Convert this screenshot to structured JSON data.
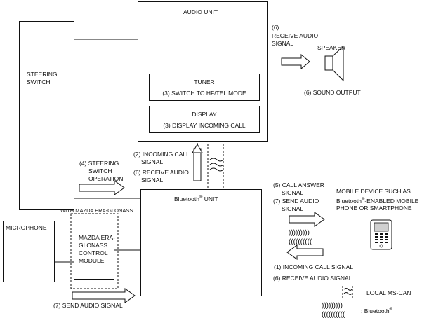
{
  "audio_unit": {
    "title": "AUDIO UNIT",
    "tuner_title": "TUNER",
    "tuner_step": "(3) SWITCH TO HF/TEL MODE",
    "display_title": "DISPLAY",
    "display_step": "(3) DISPLAY INCOMING CALL"
  },
  "steering_switch": {
    "label_line1": "STEERING",
    "label_line2": "SWITCH"
  },
  "speaker": {
    "label": "SPEAKER",
    "receive_line1": "(6)",
    "receive_line2": "RECEIVE AUDIO",
    "receive_line3": "SIGNAL",
    "sound_output": "(6) SOUND OUTPUT"
  },
  "bluetooth_unit": {
    "label_prefix": "Bluetooth",
    "label_sup": "®",
    "label_suffix": " UNIT"
  },
  "center_labels": {
    "incoming_line1": "(2) INCOMING CALL",
    "incoming_line2": "SIGNAL",
    "receive_line1": "(6) RECEIVE AUDIO",
    "receive_line2": "SIGNAL"
  },
  "steering_operation": {
    "line1": "(4) STEERING",
    "line2": "SWITCH",
    "line3": "OPERATION"
  },
  "era_glonass": {
    "caption": "WITH MAZDA ERA-GLONASS",
    "module_line1": "MAZDA ERA-",
    "module_line2": "GLONASS",
    "module_line3": "CONTROL",
    "module_line4": "MODULE"
  },
  "microphone": {
    "label": "MICROPHONE",
    "send": "(7)  SEND AUDIO SIGNAL"
  },
  "mobile": {
    "line1": "MOBILE DEVICE SUCH AS",
    "line2_prefix": "Bluetooth",
    "line2_sup": "®",
    "line2_suffix": "-ENABLED MOBILE",
    "line3": "PHONE OR SMARTPHONE",
    "answer_line1": "(5) CALL ANSWER",
    "answer_line2": "SIGNAL",
    "send_line1": "(7)  SEND AUDIO",
    "send_line2": "SIGNAL",
    "incoming": "(1) INCOMING CALL SIGNAL",
    "receive": "(6) RECEIVE AUDIO SIGNAL"
  },
  "legend": {
    "local_ms_can": "LOCAL MS-CAN",
    "waves_right": ")))))))))",
    "waves_left": "((((((((((",
    "bluetooth_prefix": ": Bluetooth",
    "bluetooth_sup": "®"
  },
  "diagram_waves": {
    "right": ")))))))))",
    "left": "(((((((((("
  },
  "colors": {
    "module_blue": "#2f6fd0",
    "module_blue_dark": "#1f4f9e",
    "line": "#111111"
  }
}
